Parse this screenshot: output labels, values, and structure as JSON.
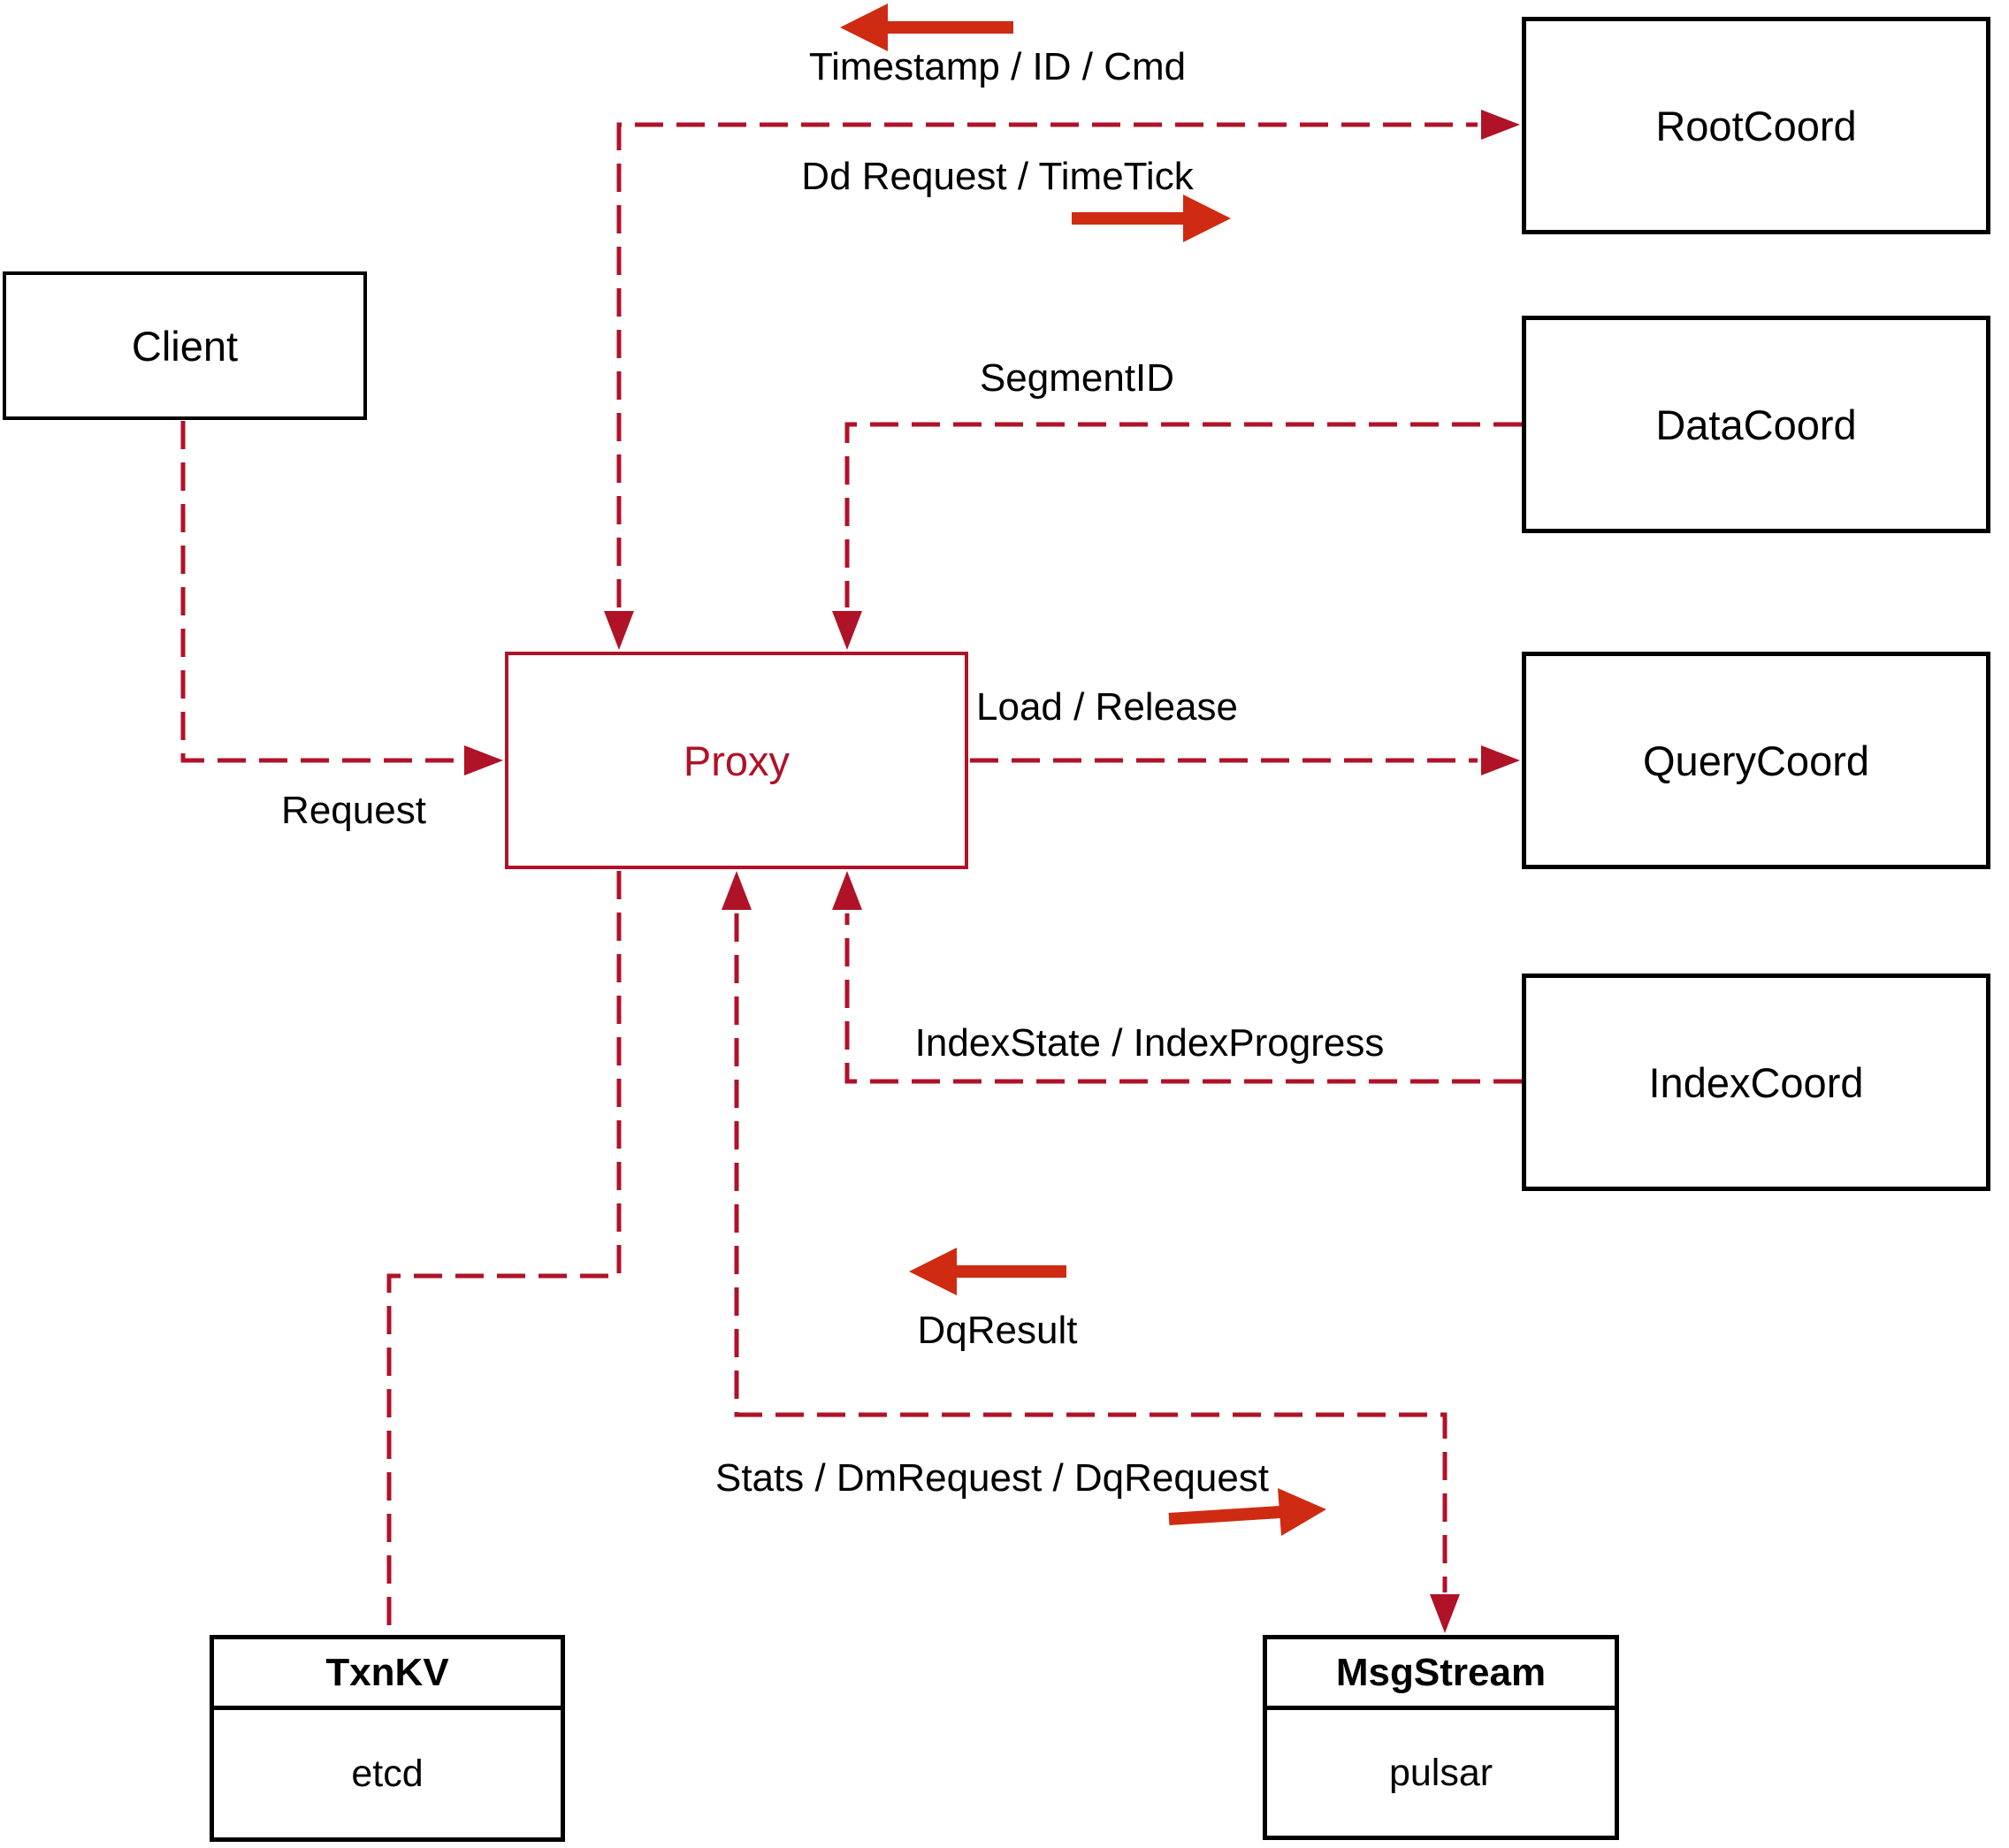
{
  "diagram": {
    "nodes": {
      "client": {
        "label": "Client"
      },
      "proxy": {
        "label": "Proxy"
      },
      "root_coord": {
        "label": "RootCoord"
      },
      "data_coord": {
        "label": "DataCoord"
      },
      "query_coord": {
        "label": "QueryCoord"
      },
      "index_coord": {
        "label": "IndexCoord"
      },
      "txn_kv": {
        "title": "TxnKV",
        "impl": "etcd"
      },
      "msg_stream": {
        "title": "MsgStream",
        "impl": "pulsar"
      }
    },
    "edge_labels": {
      "timestamp_id_cmd": "Timestamp / ID / Cmd",
      "dd_request_timetick": "Dd Request / TimeTick",
      "segment_id": "SegmentID",
      "load_release": "Load / Release",
      "index_state": "IndexState / IndexProgress",
      "request": "Request",
      "dq_result": "DqResult",
      "stats_dm_dq": "Stats / DmRequest / DqRequest"
    },
    "edges": [
      {
        "from": "Client",
        "to": "Proxy",
        "label_keys": [
          "request"
        ],
        "direction": "to"
      },
      {
        "from": "Proxy",
        "to": "RootCoord",
        "label_keys": [
          "timestamp_id_cmd",
          "dd_request_timetick"
        ],
        "direction": "both"
      },
      {
        "from": "DataCoord",
        "to": "Proxy",
        "label_keys": [
          "segment_id"
        ],
        "direction": "to"
      },
      {
        "from": "Proxy",
        "to": "QueryCoord",
        "label_keys": [
          "load_release"
        ],
        "direction": "to"
      },
      {
        "from": "IndexCoord",
        "to": "Proxy",
        "label_keys": [
          "index_state"
        ],
        "direction": "to"
      },
      {
        "from": "Proxy",
        "to": "TxnKV",
        "label_keys": [],
        "direction": "none"
      },
      {
        "from": "Proxy",
        "to": "MsgStream",
        "label_keys": [
          "dq_result",
          "stats_dm_dq"
        ],
        "direction": "both"
      }
    ],
    "colors": {
      "edge": "#b01228",
      "arrow_glyph": "#cf2b12",
      "box_border": "#000000",
      "proxy_accent": "#b01228",
      "text": "#000000"
    }
  }
}
